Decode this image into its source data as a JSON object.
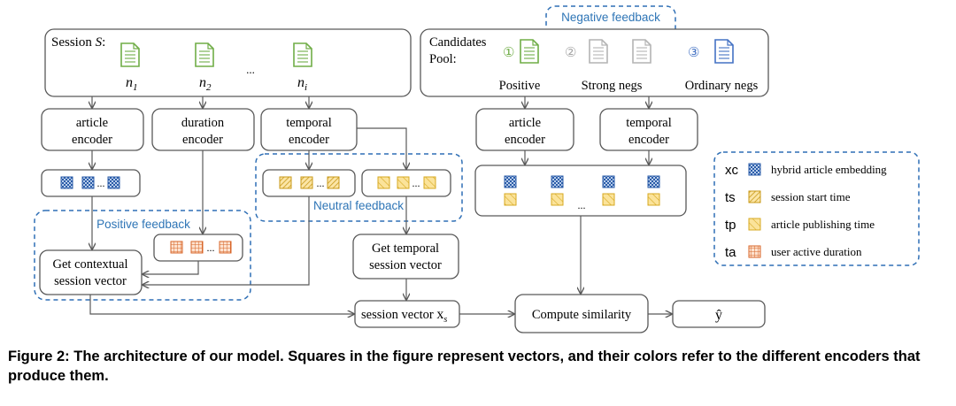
{
  "session": {
    "label": "Session",
    "symbol": "S",
    "colon": ":",
    "items": [
      {
        "base": "n",
        "sub": "1"
      },
      {
        "base": "n",
        "sub": "2"
      },
      {
        "base": "n",
        "sub": "i"
      }
    ],
    "ellipsis": "..."
  },
  "encoders": {
    "article": [
      "article",
      "encoder"
    ],
    "duration": [
      "duration",
      "encoder"
    ],
    "temporal": [
      "temporal",
      "encoder"
    ],
    "cand_article": [
      "article",
      "encoder"
    ],
    "cand_temporal": [
      "temporal",
      "encoder"
    ]
  },
  "candidates": {
    "label_lines": [
      "Candidates",
      "Pool:"
    ],
    "markers": [
      "①",
      "②",
      "③"
    ],
    "positive": "Positive",
    "strong": "Strong negs",
    "ordinary": "Ordinary negs"
  },
  "regions": {
    "negative": "Negative feedback",
    "positive": "Positive feedback",
    "neutral": "Neutral feedback"
  },
  "modules": {
    "contextual": [
      "Get contextual",
      "session vector"
    ],
    "temporal_vec": [
      "Get temporal",
      "session vector"
    ],
    "session_vector": {
      "text": "session vector",
      "sym": "x",
      "sub": "s"
    },
    "similarity": "Compute similarity",
    "output": "ŷ"
  },
  "ellipsis": "...",
  "legend": [
    {
      "key": "xc",
      "text": "hybrid article embedding",
      "kind": "xc"
    },
    {
      "key": "ts",
      "text": "session start time",
      "kind": "ts"
    },
    {
      "key": "tp",
      "text": "article publishing time",
      "kind": "tp"
    },
    {
      "key": "ta",
      "text": "user active duration",
      "kind": "ta"
    }
  ],
  "caption": "Figure 2: The architecture of our model. Squares in the figure represent vectors, and their colors refer to the different encoders that produce them.",
  "colors": {
    "box_stroke": "#595959",
    "arrow": "#595959",
    "dash": "#2f6fb5",
    "region_text": "#2e75b6",
    "xc": "#2b5ca8",
    "ts": "#c99a1a",
    "tp": "#d7a922",
    "ta": "#d8662a",
    "doc_green": "#70ad47",
    "doc_gray": "#b4b4b4",
    "doc_blue": "#4472c4"
  }
}
